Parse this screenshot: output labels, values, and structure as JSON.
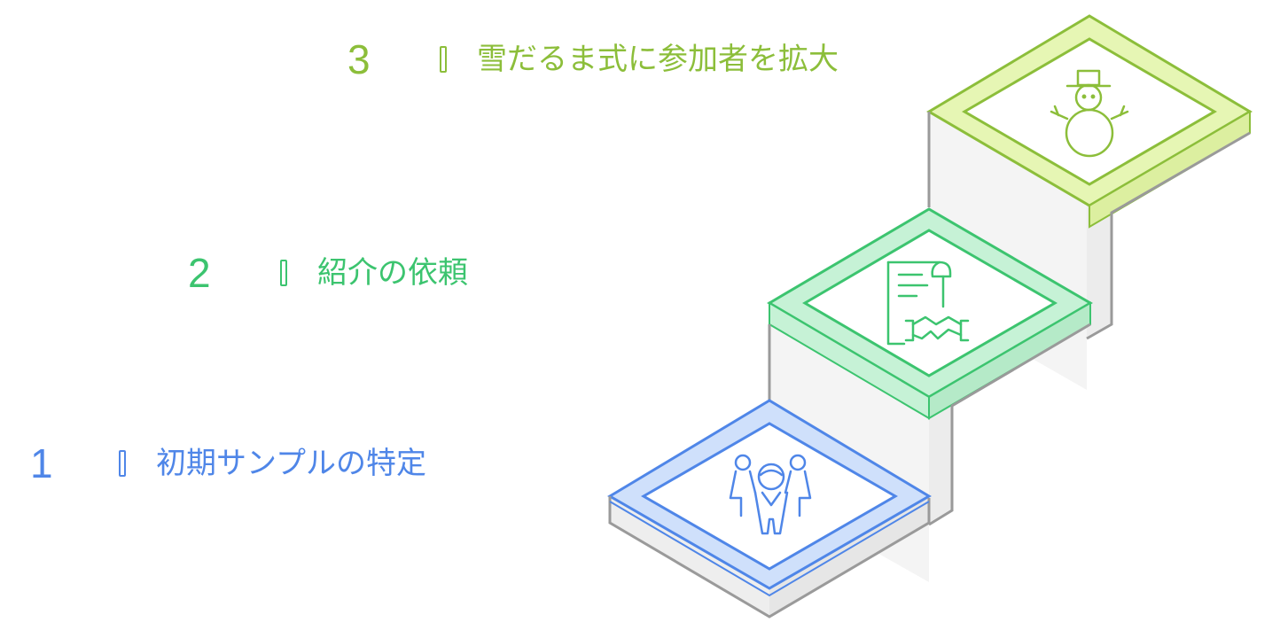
{
  "steps": [
    {
      "number": "1",
      "label": "初期サンプルの特定",
      "color": "#4f86e8",
      "icon": "people-group-icon"
    },
    {
      "number": "2",
      "label": "紹介の依頼",
      "color": "#3cc46f",
      "icon": "contract-handshake-icon"
    },
    {
      "number": "3",
      "label": "雪だるま式に参加者を拡大",
      "color": "#8cbe3a",
      "icon": "snowman-icon"
    }
  ]
}
